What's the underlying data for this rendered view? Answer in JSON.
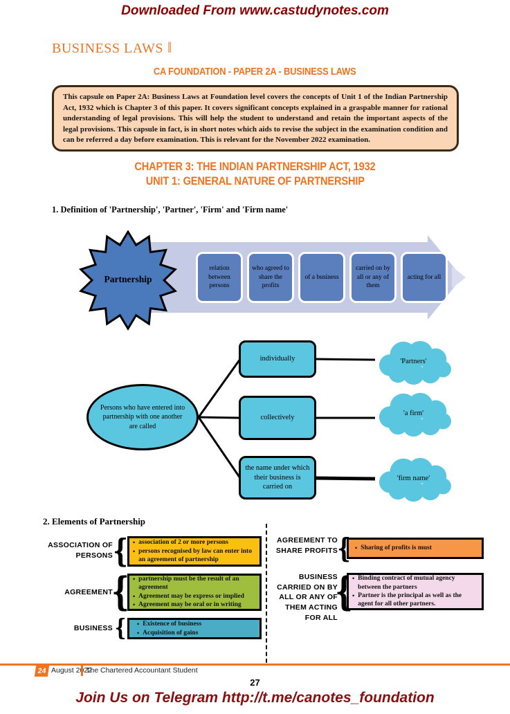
{
  "banners": {
    "top": "Downloaded From www.castudynotes.com",
    "bottom": "Join Us on Telegram http://t.me/canotes_foundation"
  },
  "header": {
    "brand": "BUSINESS LAWS",
    "brand_bars": "‖",
    "paper_heading": "CA FOUNDATION - PAPER 2A - BUSINESS LAWS",
    "chapter_title": "CHAPTER 3: THE INDIAN PARTNERSHIP ACT, 1932",
    "unit_title": "UNIT 1: GENERAL NATURE OF PARTNERSHIP"
  },
  "intro": {
    "text": "This capsule on Paper 2A: Business Laws at Foundation level covers the concepts of Unit 1 of the Indian Partnership Act, 1932 which is Chapter 3 of this paper. It covers significant concepts explained in a graspable manner for rational understanding of legal provisions. This will help the student to understand and retain the important aspects of the legal provisions. This capsule in fact, is in short notes which aids to revise the subject in the examination condition and can be referred a day before examination.  This is relevant for the November 2022 examination."
  },
  "section1": {
    "heading": "1. Definition of 'Partnership', 'Partner', 'Firm' and 'Firm name'",
    "star_label": "Partnership",
    "steps": [
      "relation between persons",
      "who agreed to share the profits",
      "of a business",
      "carried on by all or any of them",
      "acting for all"
    ],
    "persons_label": "Persons who have entered into partnership with one another are called",
    "rows": [
      {
        "mode": "individually",
        "result": "'Partners'"
      },
      {
        "mode": "collectively",
        "result": "'a firm'"
      },
      {
        "mode": "the name under which their business is carried on",
        "result": "'firm name'"
      }
    ]
  },
  "section2": {
    "heading": "2. Elements of Partnership",
    "left": [
      {
        "label": "ASSOCIATION OF PERSONS",
        "points": [
          "association of 2 or more persons",
          "persons recognised by law can enter into an agreement of partnership"
        ]
      },
      {
        "label": "AGREEMENT",
        "points": [
          "partnership must be the result of an agreement",
          "Agreement may be express or implied",
          "Agreement may be oral or in writing"
        ]
      },
      {
        "label": "BUSINESS",
        "points": [
          "Existence of business",
          "Acquisition of gains"
        ]
      }
    ],
    "right": [
      {
        "label": "AGREEMENT TO SHARE PROFITS",
        "points": [
          "Sharing of profits is must"
        ]
      },
      {
        "label": "BUSINESS CARRIED ON BY ALL OR ANY OF THEM ACTING FOR ALL",
        "points": [
          "Binding contract of mutual agency between the partners",
          "Partner is the principal as well as the agent for all other partners."
        ]
      }
    ]
  },
  "footer": {
    "page_badge": "24",
    "date": "August 2022",
    "journal": "The Chartered Accountant Student",
    "page_number": "27"
  },
  "colors": {
    "accent_orange": "#F1731D",
    "maroon": "#8B0000",
    "intro_bg": "#FBD6B6",
    "arrow_fill": "#C5CBE5",
    "arrow_small_fill": "#D9DDEE",
    "star_fill": "#4A79BC",
    "step_fill": "#5B7EBD",
    "cyan_fill": "#5BC6DF",
    "yellow_box": "#FBBE12",
    "green_box": "#A0BE3E",
    "teal_box": "#4BACC6",
    "orange_box": "#F79646",
    "pink_box": "#F3D9EA"
  }
}
